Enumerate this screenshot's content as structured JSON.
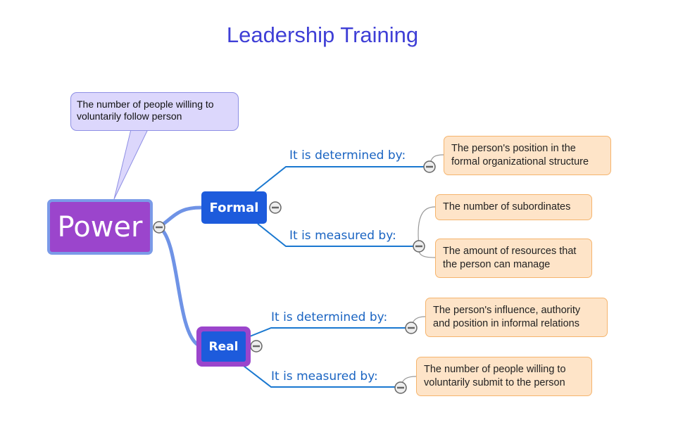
{
  "title": "Leadership Training",
  "callout": {
    "text": "The number of people willing to voluntarily follow person"
  },
  "root": {
    "label": "Power"
  },
  "branches": [
    {
      "label": "Formal",
      "children": [
        {
          "label": "It is determined by:",
          "items": [
            "The person's position in the formal organizational structure"
          ]
        },
        {
          "label": "It is measured by:",
          "items": [
            "The number of subordinates",
            "The amount of resources that the person can manage"
          ]
        }
      ]
    },
    {
      "label": "Real",
      "children": [
        {
          "label": "It is determined by:",
          "items": [
            "The person's influence, authority and position in informal relations"
          ]
        },
        {
          "label": "It is measured by:",
          "items": [
            "The number of people willing to voluntarily submit to the person"
          ]
        }
      ]
    }
  ],
  "colors": {
    "root": "#9b45cc",
    "branch": "#1d5bdc",
    "leaf": "#fee4c8",
    "connector": "#1a78d0",
    "title": "#3f3fd6"
  }
}
